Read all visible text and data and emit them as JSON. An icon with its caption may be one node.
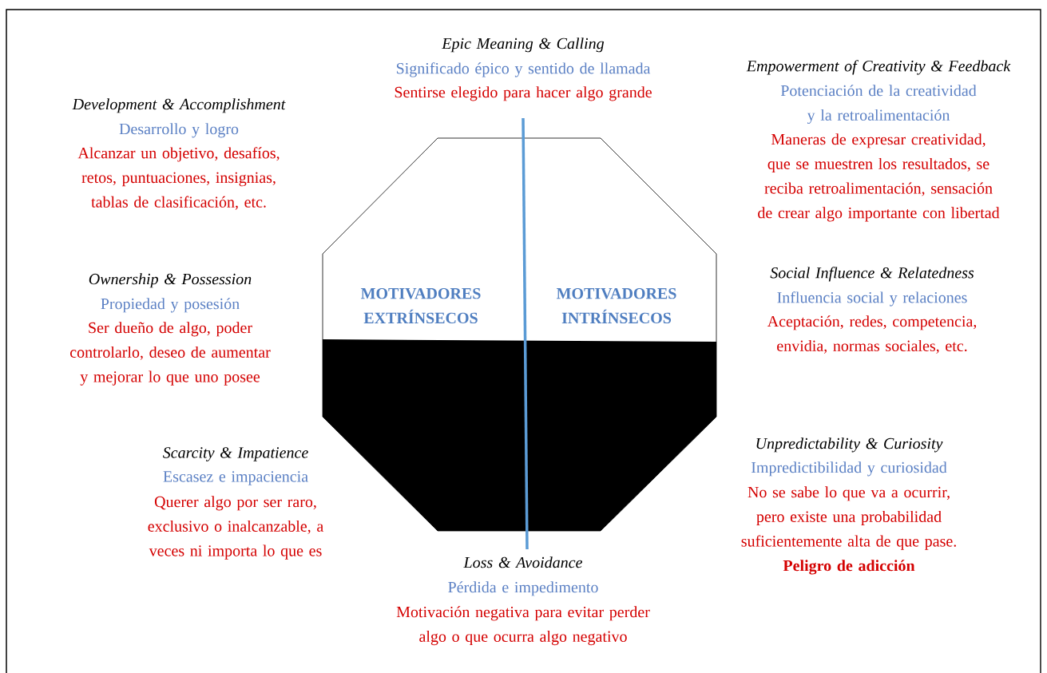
{
  "diagram": {
    "nodes": [
      {
        "text": [
          "MOTIVADORES EXTRÍNSECOS",
          "MOTIVADORES INTRÍNSECOS"
        ]
      }
    ],
    "labels": [
      "Epic Meaning & Calling",
      "Significado épico y sentido de llamada",
      "Sentirse elegido para hacer algo grande",
      "Development & Accomplishment",
      "Desarrollo y logro",
      "Alcanzar un objetivo, desafíos, retos, puntuaciones, insignias, tablas de clasificación, etc.",
      "Empowerment of Creativity & Feedback",
      "Potenciación de la creatividad y la retroalimentación",
      "Maneras de expresar creatividad, que se muestren los resultados, se reciba retroalimentación, sensación de crear algo importante con libertad",
      "Ownership & Possession",
      "Propiedad y posesión",
      "Ser dueño de algo, poder controlarlo, deseo de aumentar y mejorar lo que uno posee",
      "Social Influence & Relatedness",
      "Influencia social y relaciones",
      "Aceptación, redes, competencia, envidia, normas sociales, etc.",
      "Scarcity & Impatience",
      "Escasez e impaciencia",
      "Querer algo por ser raro, exclusivo o inalcanzable, a veces ni importa lo que es",
      "Unpredictability & Curiosity",
      "Impredictibilidad y curiosidad",
      "No se sabe lo que va a ocurrir, pero existe una probabilidad suficientemente alta de que pase.",
      "Peligro de adicción",
      "Loss & Avoidance",
      "Pérdida e impedimento",
      "Motivación negativa para evitar perder algo o que ocurra algo negativo"
    ]
  }
}
